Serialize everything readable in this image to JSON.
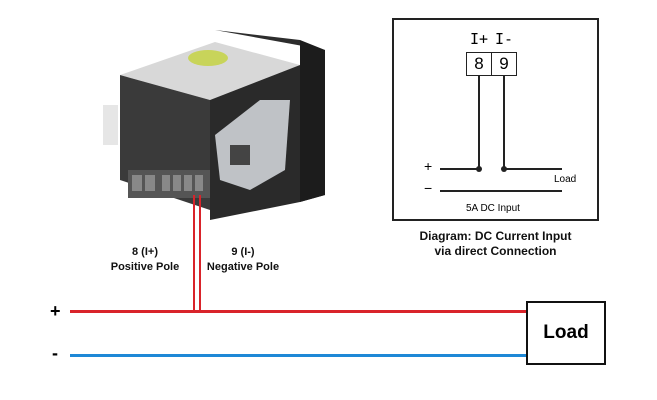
{
  "device": {
    "terminal_plus_label": "8 (I+)",
    "terminal_plus_desc": "Positive Pole",
    "terminal_minus_label": "9 (I-)",
    "terminal_minus_desc": "Negative Pole"
  },
  "main_circuit": {
    "plus_sign": "+",
    "minus_sign": "-",
    "load_label": "Load",
    "plus_color": "#d9232a",
    "minus_color": "#1e88d6"
  },
  "schematic": {
    "terminal_labels": [
      "I+",
      "I-"
    ],
    "terminal_numbers": [
      "8",
      "9"
    ],
    "plus_sign": "+",
    "minus_sign": "−",
    "load_label": "Load",
    "input_label": "5A DC Input"
  },
  "caption": {
    "line1": "Diagram: DC Current Input",
    "line2": "via direct Connection"
  }
}
